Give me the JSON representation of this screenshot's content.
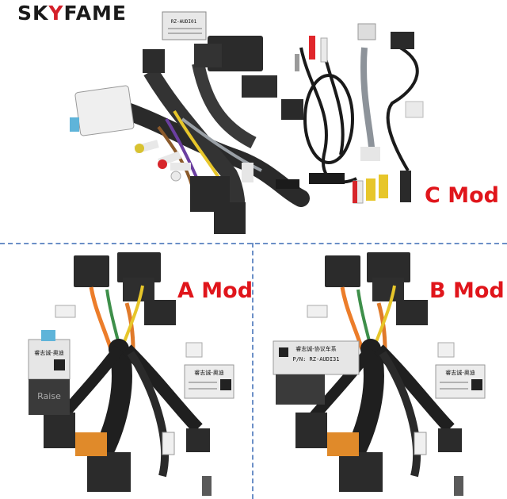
{
  "brand": {
    "name_a": "SK",
    "name_star": "Y",
    "name_b": "FAME"
  },
  "mods": {
    "c": "C Mod",
    "a": "A Mod",
    "b": "B Mod"
  },
  "boxes": {
    "c_box_title": "RZ-AUDI01",
    "a_box_title": "睿志诚-奥迪",
    "a_box_brand": "Raise",
    "b_box_title": "睿志诚-协议车系",
    "b_box_model": "P/N: RZ-AUDI31",
    "a_side_title": "睿志诚-奥迪",
    "b_side_title": "睿志诚-奥迪"
  },
  "colors": {
    "accent_red": "#e0151b",
    "divider_blue": "#6b8fc7"
  }
}
